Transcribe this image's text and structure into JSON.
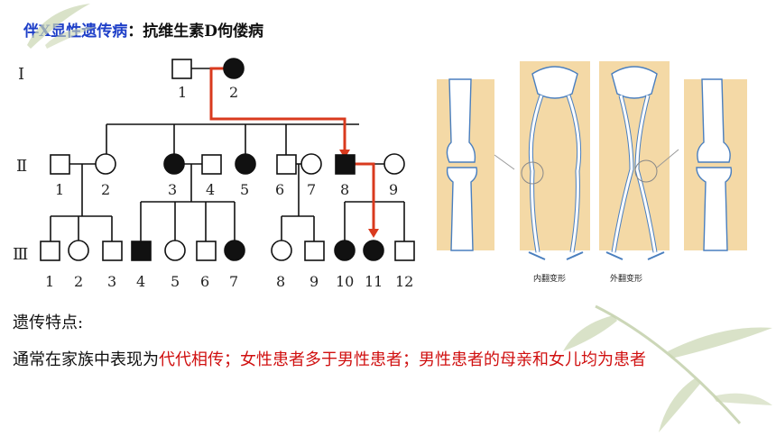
{
  "title": {
    "part1": "伴X显性遗传病",
    "part2": "：抗维生素D佝偻病"
  },
  "pedigree": {
    "generations": [
      "Ⅰ",
      "Ⅱ",
      "Ⅲ"
    ],
    "gen1": [
      {
        "num": "1",
        "sex": "male",
        "affected": false
      },
      {
        "num": "2",
        "sex": "female",
        "affected": true
      }
    ],
    "gen2": [
      {
        "num": "1",
        "sex": "male",
        "affected": false
      },
      {
        "num": "2",
        "sex": "female",
        "affected": false
      },
      {
        "num": "3",
        "sex": "female",
        "affected": true
      },
      {
        "num": "4",
        "sex": "male",
        "affected": false
      },
      {
        "num": "5",
        "sex": "female",
        "affected": true
      },
      {
        "num": "6",
        "sex": "male",
        "affected": false
      },
      {
        "num": "7",
        "sex": "female",
        "affected": false
      },
      {
        "num": "8",
        "sex": "male",
        "affected": true
      },
      {
        "num": "9",
        "sex": "female",
        "affected": false
      }
    ],
    "gen3": [
      {
        "num": "1",
        "sex": "male",
        "affected": false
      },
      {
        "num": "2",
        "sex": "female",
        "affected": false
      },
      {
        "num": "3",
        "sex": "male",
        "affected": false
      },
      {
        "num": "4",
        "sex": "male",
        "affected": true
      },
      {
        "num": "5",
        "sex": "female",
        "affected": false
      },
      {
        "num": "6",
        "sex": "male",
        "affected": false
      },
      {
        "num": "7",
        "sex": "female",
        "affected": true
      },
      {
        "num": "8",
        "sex": "female",
        "affected": false
      },
      {
        "num": "9",
        "sex": "male",
        "affected": false
      },
      {
        "num": "10",
        "sex": "female",
        "affected": true
      },
      {
        "num": "11",
        "sex": "female",
        "affected": true
      },
      {
        "num": "12",
        "sex": "male",
        "affected": false
      }
    ],
    "arrow_color": "#d93a1e"
  },
  "bones": {
    "caption_left": "内翻变形",
    "caption_right": "外翻变形",
    "bg_color": "#f4d9a6"
  },
  "features": {
    "heading": "遗传特点:",
    "prefix": "通常在家族中表现为",
    "highlight": "代代相传；女性患者多于男性患者；男性患者的母亲和女儿均为患者"
  },
  "colors": {
    "title_blue": "#1e3fc8",
    "highlight_red": "#d01010"
  }
}
